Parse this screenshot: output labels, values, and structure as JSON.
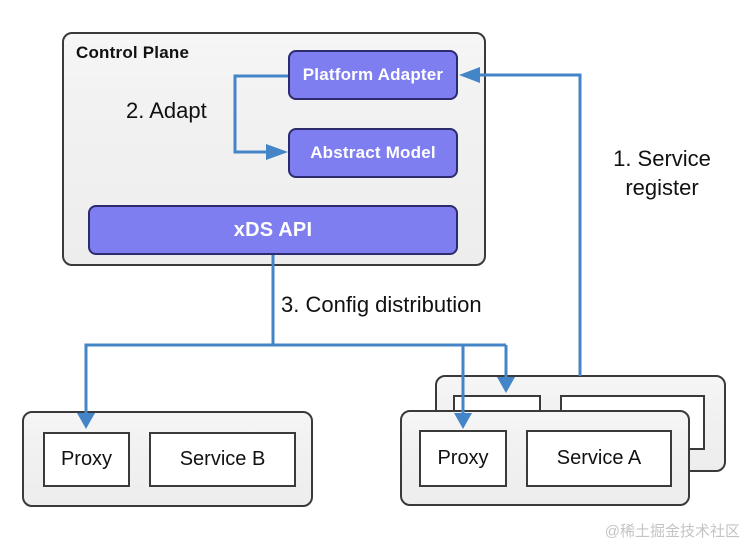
{
  "colors": {
    "arrow": "#4385C6",
    "node-fill": "#7E7EF0",
    "node-border": "#2B2B6E",
    "panel-fill": "#F2F2F2",
    "panel-border": "#3A3A3A",
    "box-fill": "#FFFFFF",
    "text": "#111111",
    "watermark": "#C4C4C4"
  },
  "control_plane": {
    "title": "Control Plane",
    "platform_adapter": "Platform Adapter",
    "abstract_model": "Abstract Model",
    "xds_api": "xDS API"
  },
  "annotations": {
    "adapt": "2. Adapt",
    "service_register": "1. Service register",
    "config_distribution": "3. Config distribution"
  },
  "service_b_group": {
    "proxy": "Proxy",
    "service": "Service B"
  },
  "service_a_group": {
    "proxy": "Proxy",
    "service": "Service A"
  },
  "watermark": "@稀土掘金技术社区"
}
